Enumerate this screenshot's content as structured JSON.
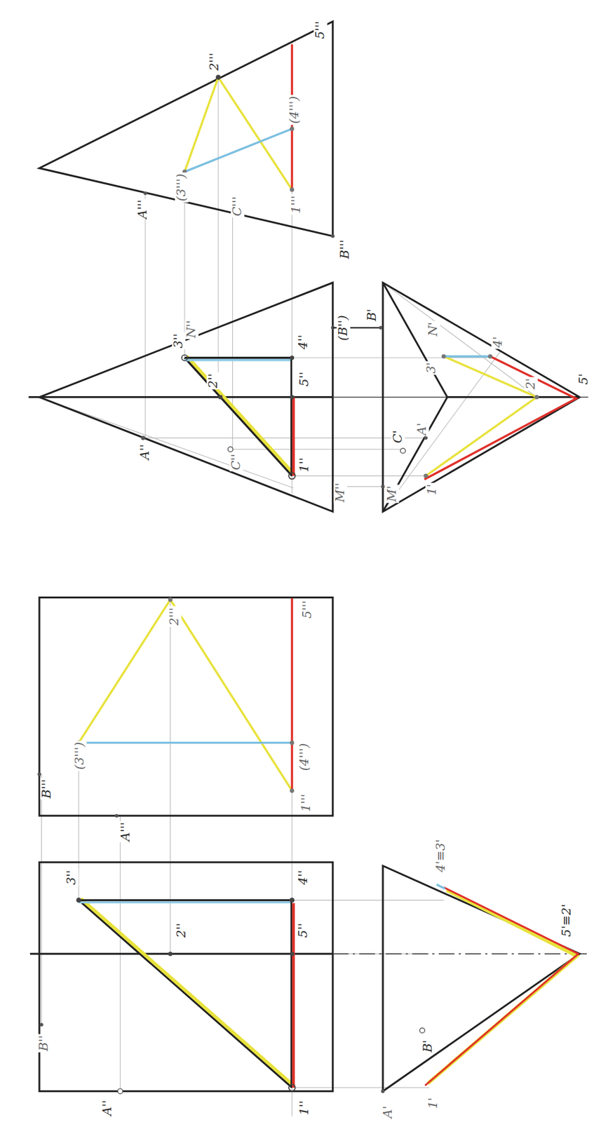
{
  "diagram": {
    "labels": [
      "A''",
      "C''",
      "N''",
      "3''",
      "2''",
      "4''",
      "5''",
      "1''",
      "M''",
      "(B'')",
      "B'",
      "C'",
      "A'",
      "M'",
      "1'",
      "N'",
      "3'",
      "4'",
      "2'",
      "5'",
      "A'''",
      "C'''",
      "B'''",
      "(3''')",
      "2'''",
      "(4''')",
      "1'''",
      "5'''",
      "B'''",
      "A'''",
      "2'''",
      "(3''')",
      "(4''')",
      "1'''",
      "5'''",
      "B''",
      "A''",
      "3''",
      "2''",
      "4''",
      "5''",
      "1''",
      "A'",
      "1'",
      "B'",
      "4'≡3'",
      "5'≡2'"
    ]
  }
}
